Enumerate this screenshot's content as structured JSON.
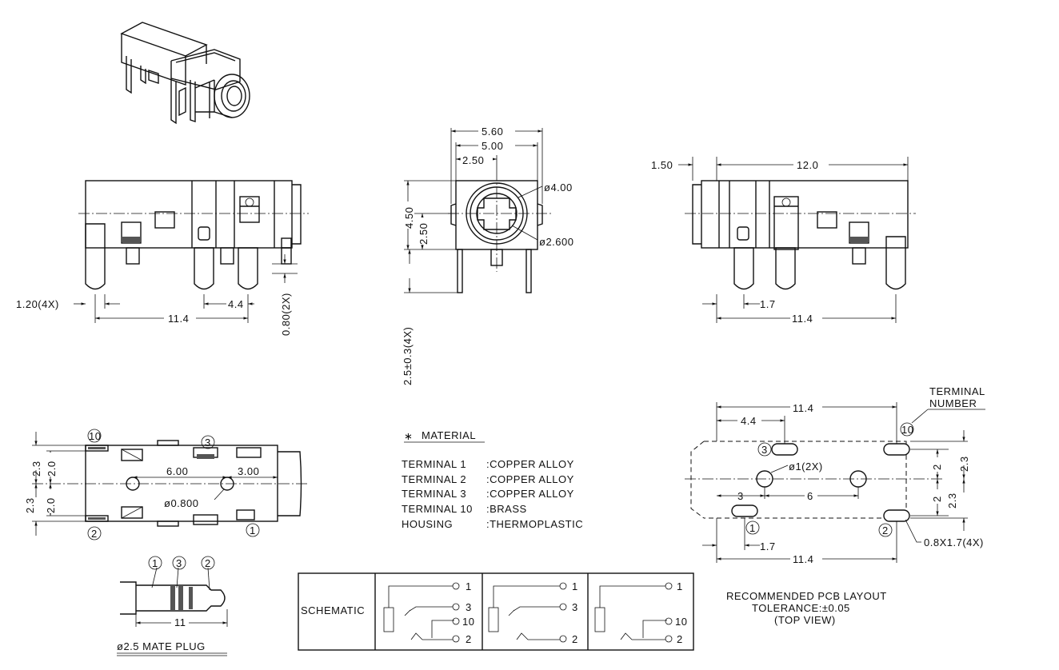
{
  "side_view_left": {
    "dim_pin_width": "1.20(4X)",
    "dim_spacing": "4.4",
    "dim_length": "11.4",
    "dim_pin_thickness": "0.80(2X)"
  },
  "front_view": {
    "dim_outer_width": "5.60",
    "dim_inner_width": "5.00",
    "dim_half_width": "2.50",
    "dim_bore_outer": "ø4.00",
    "dim_bore_inner": "ø2.600",
    "dim_height": "4.50",
    "dim_center_height": "2.50",
    "dim_pin_length": "2.5±0.3(4X)"
  },
  "side_view_right": {
    "dim_flange": "1.50",
    "dim_total_length": "12.0",
    "dim_pin_offset": "1.7",
    "dim_length": "11.4"
  },
  "bottom_view": {
    "terminal_labels": [
      "10",
      "3",
      "2",
      "1"
    ],
    "dim_top": "2.3",
    "dim_top_inner": "2.0",
    "dim_bottom": "2.3",
    "dim_bottom_inner": "2.0",
    "dim_post_spacing": "6.00",
    "dim_post_offset": "3.00",
    "dim_post_dia": "ø0.800"
  },
  "material": {
    "heading": "MATERIAL",
    "rows": [
      {
        "part": "TERMINAL 1",
        "material": ":COPPER ALLOY"
      },
      {
        "part": "TERMINAL 2",
        "material": ":COPPER ALLOY"
      },
      {
        "part": "TERMINAL 3",
        "material": ":COPPER ALLOY"
      },
      {
        "part": "TERMINAL 10",
        "material": ":BRASS"
      },
      {
        "part": "HOUSING",
        "material": ":THERMOPLASTIC"
      }
    ]
  },
  "plug": {
    "labels": [
      "1",
      "3",
      "2"
    ],
    "dim_length": "11",
    "caption": "ø2.5 MATE PLUG"
  },
  "schematic": {
    "label": "SCHEMATIC",
    "panels": [
      {
        "pins": [
          "1",
          "3",
          "10",
          "2"
        ]
      },
      {
        "pins": [
          "1",
          "3",
          "2"
        ]
      },
      {
        "pins": [
          "1",
          "10",
          "2"
        ]
      }
    ]
  },
  "pcb_layout": {
    "terminal_number_label": [
      "TERMINAL",
      "NUMBER"
    ],
    "dim_total": "11.4",
    "dim_top_offset": "4.4",
    "dim_hole": "ø1(2X)",
    "dim_left": "3",
    "dim_spacing": "6",
    "dim_right_top": "2.3",
    "dim_right_top_inner": "2",
    "dim_right_bottom": "2.3",
    "dim_right_bottom_inner": "2",
    "dim_bottom_offset": "1.7",
    "dim_bottom_total": "11.4",
    "dim_pad": "0.8X1.7(4X)",
    "pads": [
      "10",
      "3",
      "1",
      "2"
    ],
    "caption": [
      "RECOMMENDED PCB LAYOUT",
      "TOLERANCE:±0.05",
      "(TOP VIEW)"
    ]
  }
}
